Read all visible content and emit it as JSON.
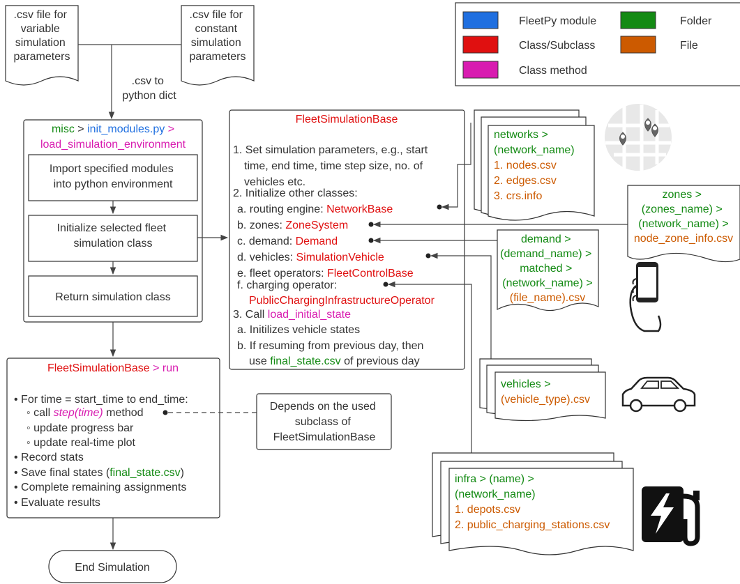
{
  "legend": {
    "items": [
      {
        "label": "FleetPy module",
        "color": "#1f6fe0"
      },
      {
        "label": "Class/Subclass",
        "color": "#e01010"
      },
      {
        "label": "Class method",
        "color": "#d81bb0"
      },
      {
        "label": "Folder",
        "color": "#138a13"
      },
      {
        "label": "File",
        "color": "#cc5a00"
      }
    ]
  },
  "inputs": {
    "variable_csv": [
      ".csv file for",
      "variable",
      "simulation",
      "parameters"
    ],
    "constant_csv": [
      ".csv file for",
      "constant",
      "simulation",
      "parameters"
    ],
    "conversion": [
      ".csv to",
      "python dict"
    ]
  },
  "init": {
    "path_module": "misc",
    "sep": " > ",
    "file": "init_modules.py",
    "sep2": " >",
    "method": "load_simulation_environment",
    "step1": [
      "Import specified modules",
      "into python environment"
    ],
    "step2": [
      "Initialize selected fleet",
      "simulation class"
    ],
    "step3": "Return simulation class"
  },
  "fsb": {
    "title": "FleetSimulationBase",
    "l1": "1. Set simulation parameters, e.g., start",
    "l2": "time, end time, time step size, no. of",
    "l3": "vehicles etc.",
    "l4": "2. Initialize other classes:",
    "a_pre": "a. routing engine: ",
    "a_cls": "NetworkBase",
    "b_pre": "b. zones: ",
    "b_cls": "ZoneSystem",
    "c_pre": "c. demand: ",
    "c_cls": "Demand",
    "d_pre": "d. vehicles: ",
    "d_cls": "SimulationVehicle",
    "e_pre": "e. fleet operators: ",
    "e_cls": "FleetControlBase",
    "f_pre": "f.  charging operator:",
    "f_cls": "PublicChargingInfrastructureOperator",
    "l3c_pre": "3. Call ",
    "l3c_method": "load_initial_state",
    "l3a": "a. Initilizes vehicle states",
    "l3b": "b. If resuming from previous day, then",
    "l3b2_pre": "use ",
    "l3b2_file": "final_state.csv",
    "l3b2_post": " of previous day"
  },
  "networks": {
    "folder": [
      "networks >",
      "(network_name)"
    ],
    "files": [
      "1. nodes.csv",
      "2. edges.csv",
      "3. crs.info"
    ]
  },
  "zones": {
    "folder": [
      "zones >",
      "(zones_name) >",
      "(network_name) >"
    ],
    "file": "node_zone_info.csv"
  },
  "demand": {
    "folder": [
      "demand >",
      "(demand_name) >",
      "matched >",
      "(network_name) >"
    ],
    "file": "(file_name).csv"
  },
  "vehicles": {
    "folder": "vehicles >",
    "file": "(vehicle_type).csv"
  },
  "infra": {
    "folder": [
      "infra > (name) >",
      "(network_name)"
    ],
    "files": [
      "1. depots.csv",
      "2. public_charging_stations.csv"
    ]
  },
  "run": {
    "title_cls": "FleetSimulationBase",
    "title_sep": " > ",
    "title_method": "run",
    "loop": "• For time = start_time to end_time:",
    "call_pre": "◦ call ",
    "call_method": "step(time)",
    "call_post": " method",
    "progress": "◦ update progress bar",
    "plot": "◦ update real-time plot",
    "record": "• Record stats",
    "save_pre": "• Save final states (",
    "save_file": "final_state.csv",
    "save_post": ")",
    "complete": "• Complete remaining assignments",
    "evaluate": "• Evaluate results"
  },
  "note": [
    "Depends on the used",
    "subclass of",
    "FleetSimulationBase"
  ],
  "end": "End Simulation"
}
